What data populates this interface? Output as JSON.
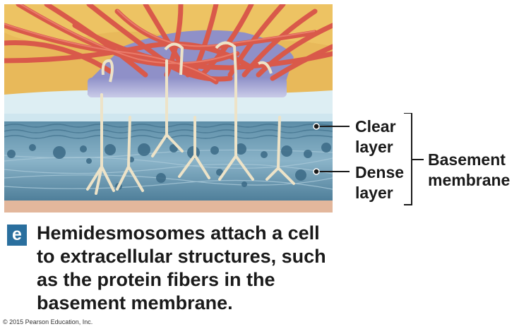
{
  "labels": {
    "clear_layer": [
      "Clear",
      "layer"
    ],
    "dense_layer": [
      "Dense",
      "layer"
    ],
    "basement_membrane": [
      "Basement",
      "membrane"
    ]
  },
  "figure_tag": "e",
  "caption": [
    "Hemidesmosomes attach a cell",
    "to extracellular structures, such",
    "as the protein fibers in the",
    "basement membrane."
  ],
  "copyright": "© 2015 Pearson Education, Inc.",
  "colors": {
    "cytoplasm": "#e8b95a",
    "plaque": "#b7b9dc",
    "clear_layer": "#cfe6ef",
    "dense_layer": "#6f9cb5",
    "fibers": "#d9594a",
    "anchoring_fibers": "#ede3c8",
    "tag": "#2a6f9e"
  }
}
